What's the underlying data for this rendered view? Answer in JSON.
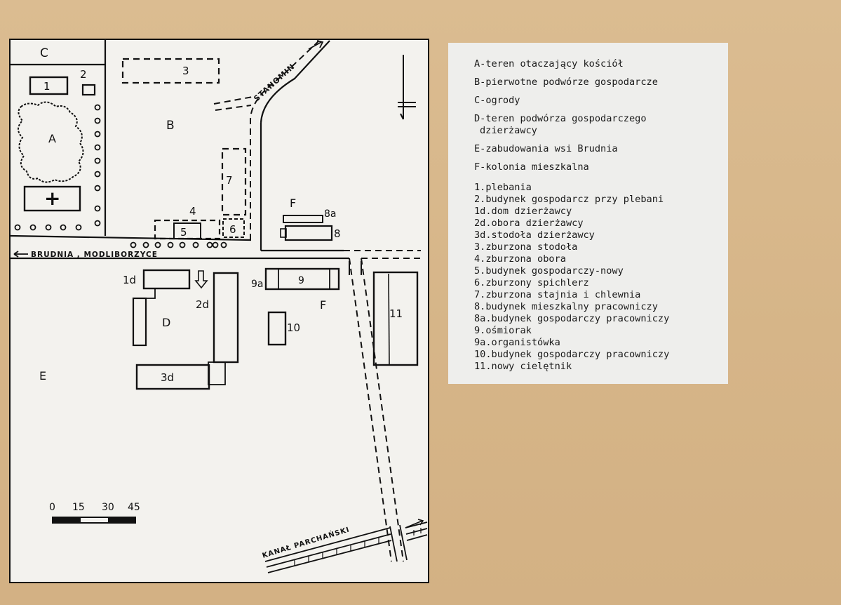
{
  "map": {
    "zones": {
      "a": "A",
      "b": "B",
      "c": "C",
      "d": "D",
      "e": "E",
      "f_top": "F",
      "f_bottom": "F"
    },
    "buildings": {
      "b1": "1",
      "b2": "2",
      "b3": "3",
      "b4": "4",
      "b5": "5",
      "b6": "6",
      "b7": "7",
      "b8": "8",
      "b8a": "8a",
      "b9": "9",
      "b9a": "9a",
      "b10": "10",
      "b11": "11",
      "b1d": "1d",
      "b2d": "2d",
      "b3d": "3d"
    },
    "roads": {
      "brudnia": "BRUDNIA , MODLIBORZYCE",
      "stanomin": "STANOMIN",
      "kanal": "KANAŁ PARCHAŃSKI"
    },
    "scale": [
      "0",
      "15",
      "30",
      "45"
    ],
    "church_symbol": "+"
  },
  "legend": {
    "categories": [
      "A-teren otaczający kościół",
      "B-pierwotne podwórze gospodarcze",
      "C-ogrody",
      "D-teren podwórza gospodarczego",
      "dzierżawcy",
      "E-zabudowania wsi Brudnia",
      "F-kolonia mieszkalna"
    ],
    "numbered": [
      "1.plebania",
      "2.budynek gospodarcz przy plebani",
      "1d.dom dzierżawcy",
      "2d.obora dzierżawcy",
      "3d.stodoła dzierżawcy",
      "3.zburzona stodoła",
      "4.zburzona obora",
      "5.budynek gospodarczy-nowy",
      "6.zburzony spichlerz",
      "7.zburzona stajnia i chlewnia",
      "8.budynek mieszkalny pracowniczy",
      "8a.budynek gospodarczy pracowniczy",
      "9.ośmiorak",
      "9a.organistówka",
      "10.budynek gospodarczy pracowniczy",
      "11.nowy cielętnik"
    ]
  }
}
